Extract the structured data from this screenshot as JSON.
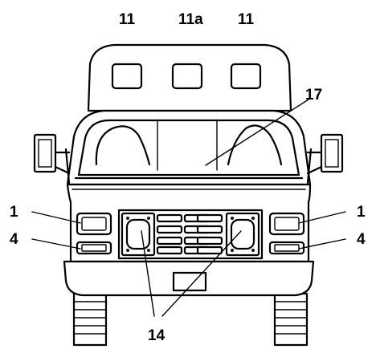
{
  "callouts": {
    "beacon_left": "11",
    "beacon_center": "11a",
    "beacon_right": "11",
    "windshield": "17",
    "headlamp_left": "1",
    "headlamp_right": "1",
    "marker_left": "4",
    "marker_right": "4",
    "grille_lamps": "14"
  },
  "colors": {
    "line": "#000000",
    "background": "#ffffff"
  }
}
